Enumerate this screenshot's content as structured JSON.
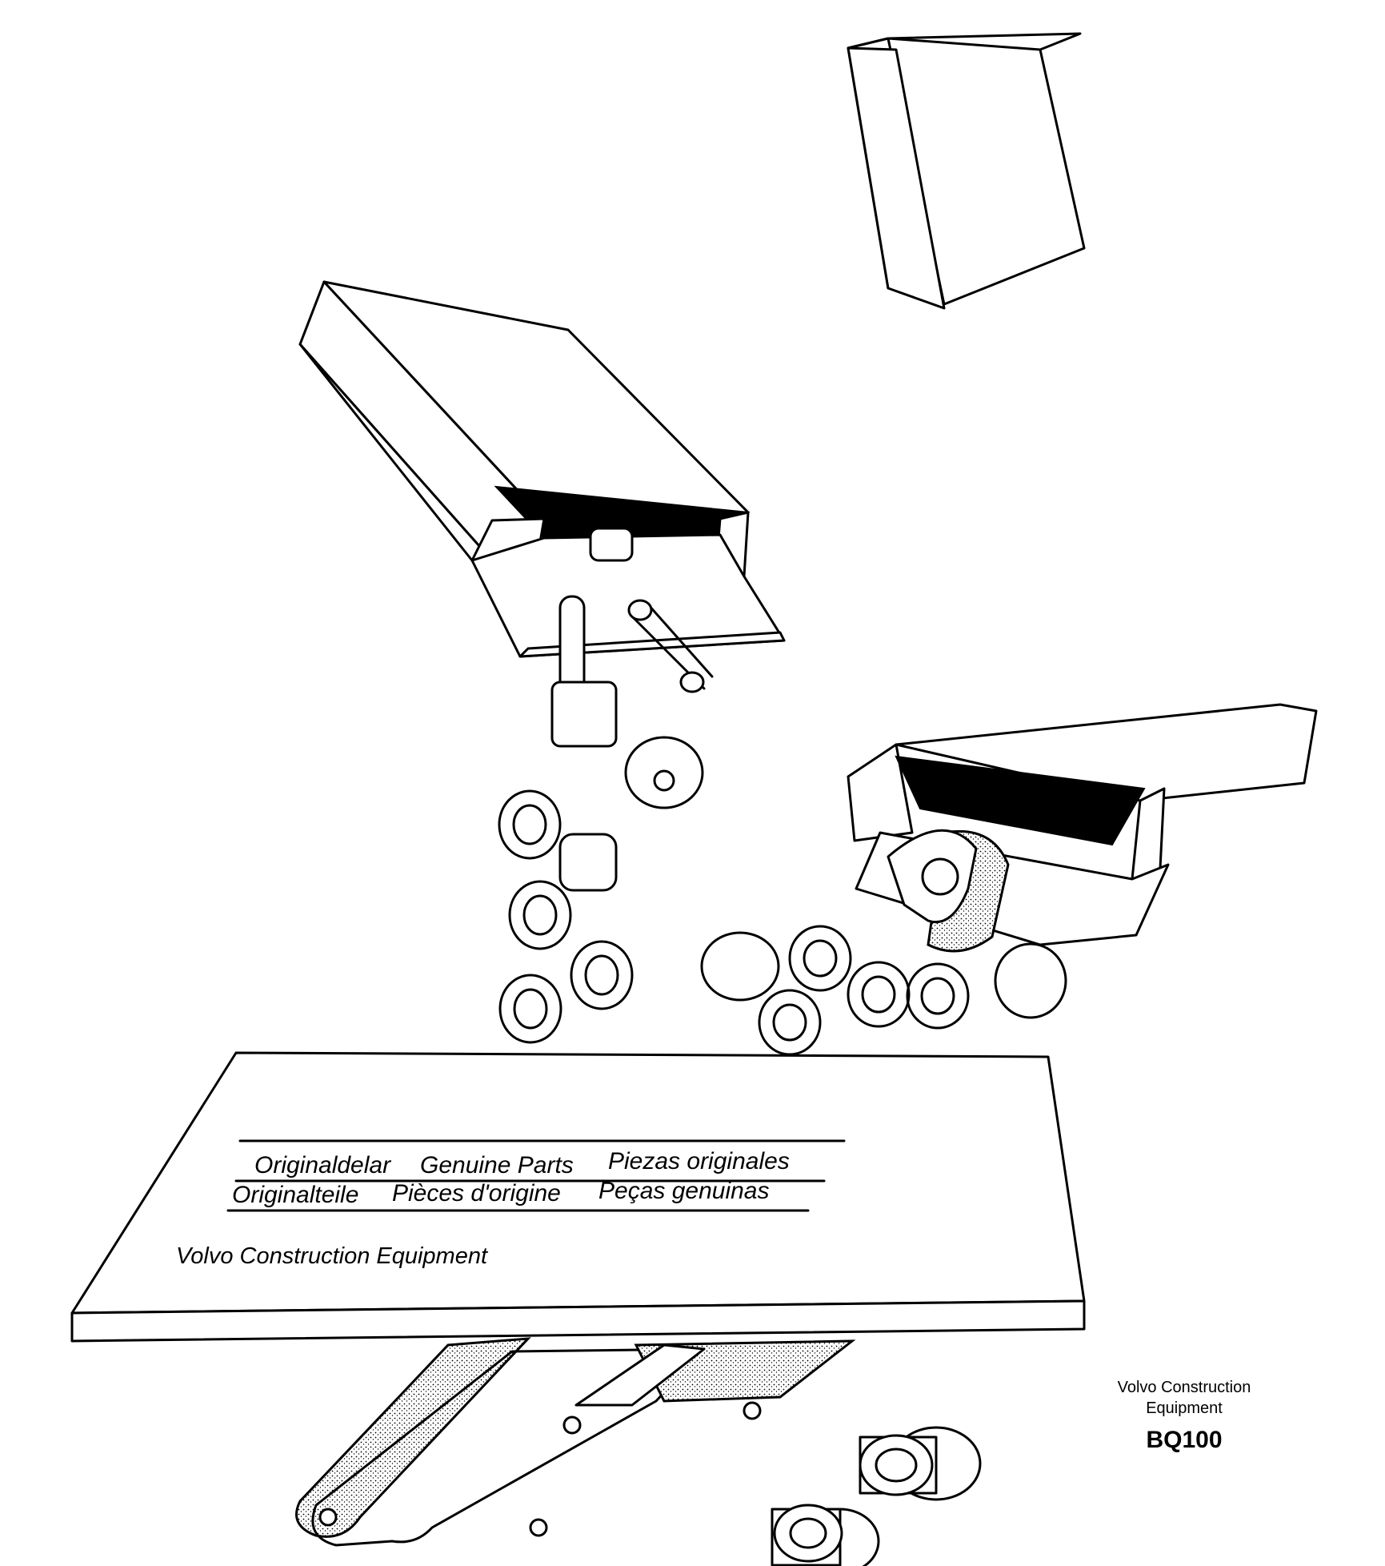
{
  "label_line_1": [
    "Originaldelar",
    "Genuine Parts",
    "Piezas originales"
  ],
  "label_line_2": [
    "Originalteile",
    "Pièces d'origine",
    "Peças genuinas"
  ],
  "brand_on_board": "Volvo Construction Equipment",
  "caption": {
    "org_line_1": "Volvo Construction",
    "org_line_2": "Equipment",
    "code": "BQ100"
  }
}
